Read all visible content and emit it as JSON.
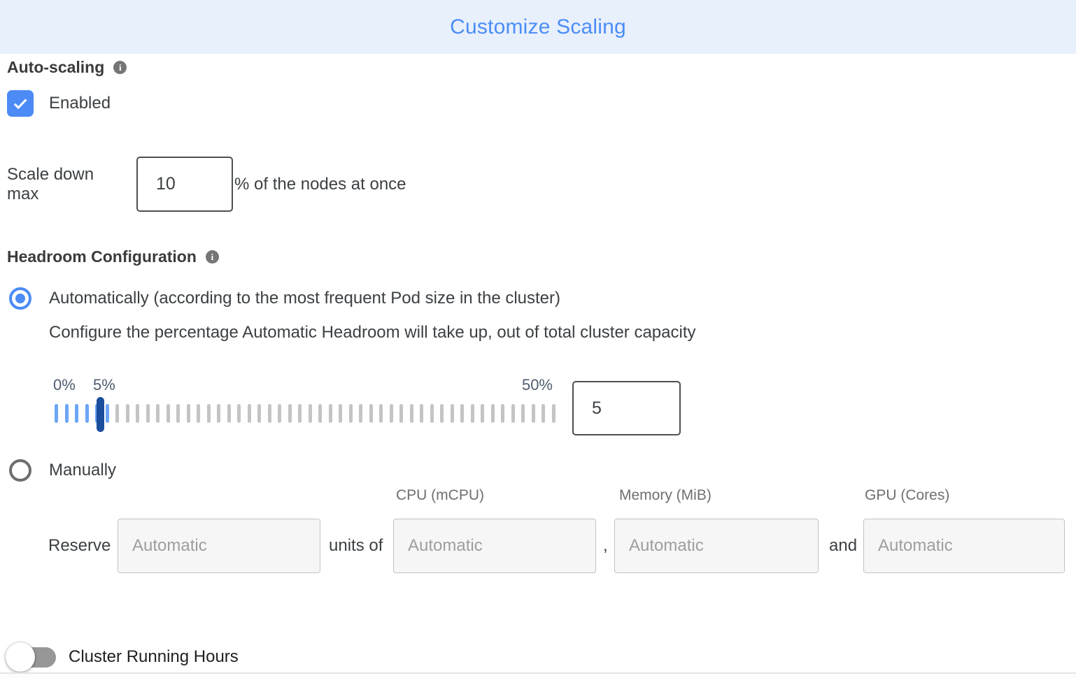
{
  "header": {
    "title": "Customize Scaling"
  },
  "auto_scaling": {
    "section_label": "Auto-scaling",
    "enabled_checkbox_label": "Enabled",
    "enabled": true,
    "scale_down_prefix": "Scale down max",
    "scale_down_value": "10",
    "scale_down_suffix": "% of the nodes at once"
  },
  "headroom": {
    "section_label": "Headroom Configuration",
    "automatic": {
      "radio_label": "Automatically (according to the most frequent Pod size in the cluster)",
      "selected": true,
      "description": "Configure the percentage Automatic Headroom will take up, out of total cluster capacity",
      "slider": {
        "min_label": "0%",
        "handle_label": "5%",
        "max_label": "50%",
        "value": "5",
        "tick_count": 50,
        "blue_tick_count": 6,
        "handle_position_index": 5
      }
    },
    "manual": {
      "radio_label": "Manually",
      "selected": false,
      "column_headers": [
        "CPU (mCPU)",
        "Memory (MiB)",
        "GPU (Cores)"
      ],
      "reserve_label": "Reserve",
      "units_of_label": "units of",
      "separator_comma": ",",
      "separator_and": "and",
      "input_placeholder": "Automatic"
    }
  },
  "cluster_running_hours": {
    "toggle_label": "Cluster Running Hours",
    "enabled": false
  },
  "colors": {
    "header_background": "#E8F0FC",
    "title_blue": "#4C8DF6",
    "accent_blue": "#4C8BF5",
    "slider_tick_blue": "#6CA6F5",
    "slider_handle_blue": "#1C4E9E",
    "slider_tick_gray": "#C4C4C4",
    "handle_label_gray": "#4F5D6F"
  }
}
